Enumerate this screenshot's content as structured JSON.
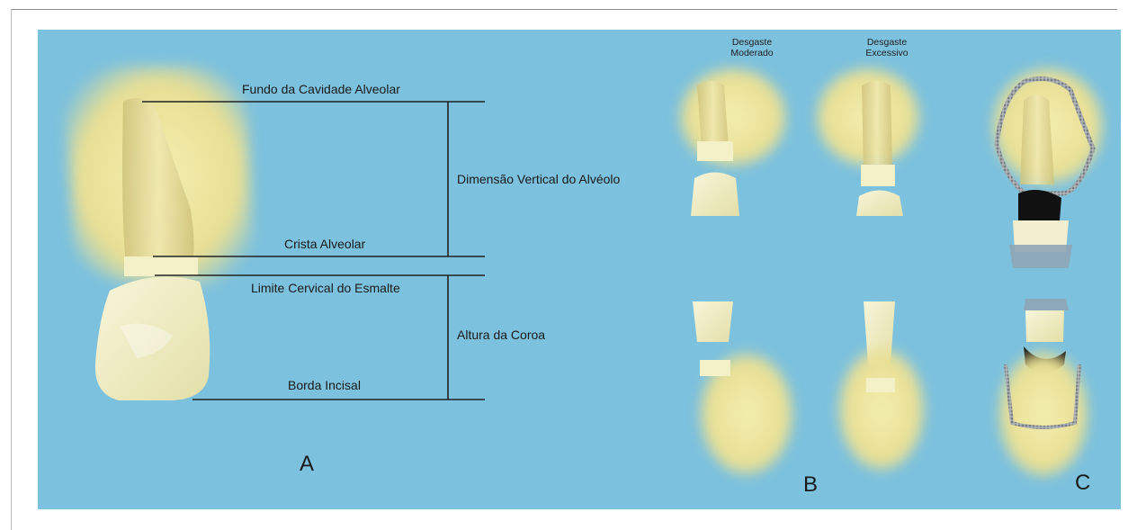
{
  "panel_a": {
    "labels": {
      "fundo": "Fundo da Cavidade Alveolar",
      "dimensao": "Dimensão Vertical do Alvéolo",
      "crista": "Crista Alveolar",
      "limite": "Limite Cervical do Esmalte",
      "altura": "Altura da Coroa",
      "borda": "Borda Incisal"
    },
    "letter": "A"
  },
  "panel_b": {
    "col1_line1": "Desgaste",
    "col1_line2": "Moderado",
    "col2_line1": "Desgaste",
    "col2_line2": "Excessivo",
    "letter": "B"
  },
  "panel_c": {
    "letter": "C"
  },
  "colors": {
    "background": "#7cc1de",
    "tooth_enamel": "#f2f0c4",
    "bone": "#ebe39a",
    "line": "#222222"
  }
}
